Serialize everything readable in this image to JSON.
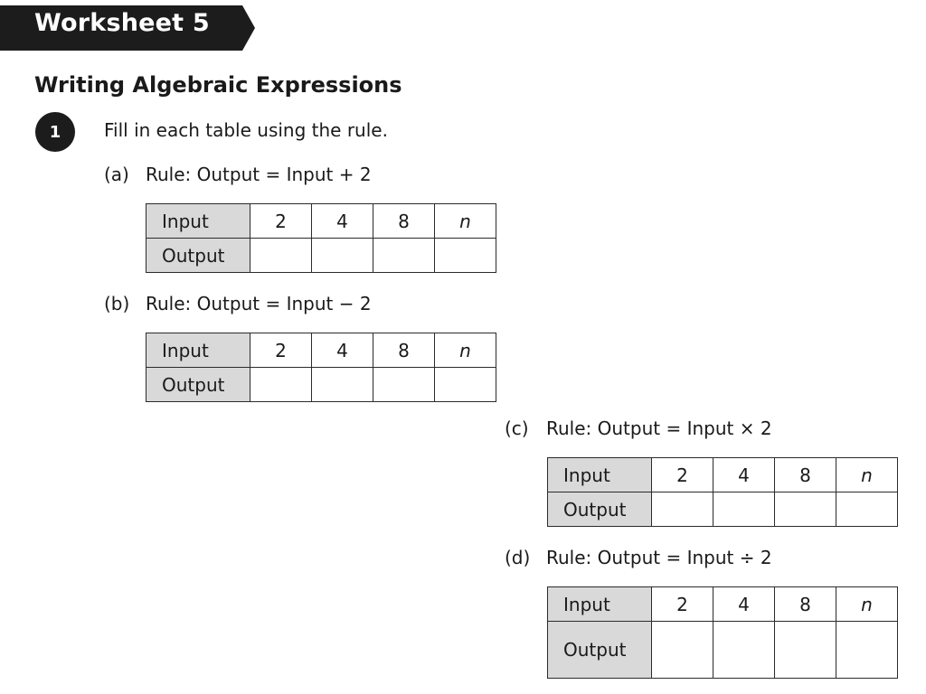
{
  "worksheet": {
    "title": "Worksheet 5",
    "section_title": "Writing Algebraic Expressions"
  },
  "question": {
    "number": "1",
    "instruction": "Fill in each table using the rule."
  },
  "parts": [
    {
      "letter": "(a)",
      "rule": "Rule: Output = Input + 2",
      "input_label": "Input",
      "output_label": "Output",
      "inputs": [
        "2",
        "4",
        "8",
        "n"
      ]
    },
    {
      "letter": "(b)",
      "rule": "Rule: Output = Input − 2",
      "input_label": "Input",
      "output_label": "Output",
      "inputs": [
        "2",
        "4",
        "8",
        "n"
      ]
    },
    {
      "letter": "(c)",
      "rule": "Rule: Output = Input × 2",
      "input_label": "Input",
      "output_label": "Output",
      "inputs": [
        "2",
        "4",
        "8",
        "n"
      ]
    },
    {
      "letter": "(d)",
      "rule": "Rule: Output = Input ÷ 2",
      "input_label": "Input",
      "output_label": "Output",
      "inputs": [
        "2",
        "4",
        "8",
        "n"
      ]
    }
  ]
}
